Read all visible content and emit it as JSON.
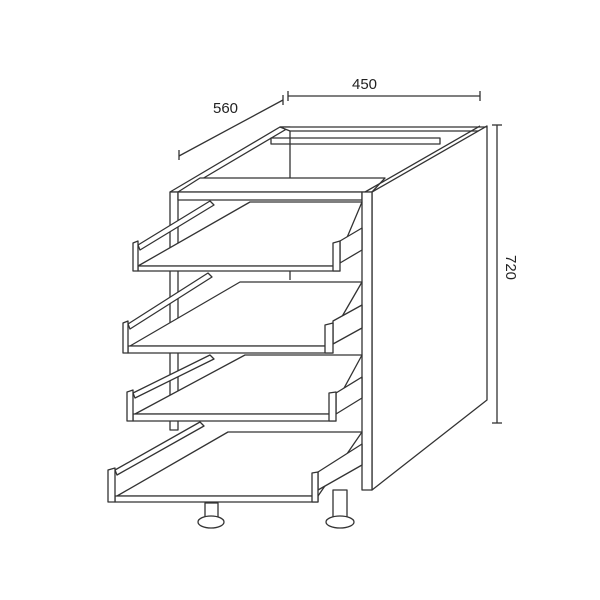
{
  "dimensions": {
    "depth": "560",
    "width": "450",
    "height": "720"
  },
  "colors": {
    "line": "#333333",
    "background": "#ffffff"
  }
}
